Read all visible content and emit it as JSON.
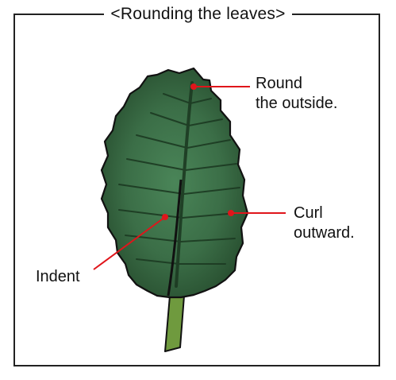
{
  "title": "<Rounding the leaves>",
  "annotations": {
    "round_line1": "Round",
    "round_line2": "the outside.",
    "curl_line1": "Curl",
    "curl_line2": "outward.",
    "indent": "Indent"
  },
  "colors": {
    "frame": "#222222",
    "leaf_dark": "#254a2c",
    "leaf_light": "#4a8558",
    "leaf_outline": "#111111",
    "vein": "#1c3a22",
    "stem": "#6f9a3e",
    "pointer": "#e0151b"
  }
}
